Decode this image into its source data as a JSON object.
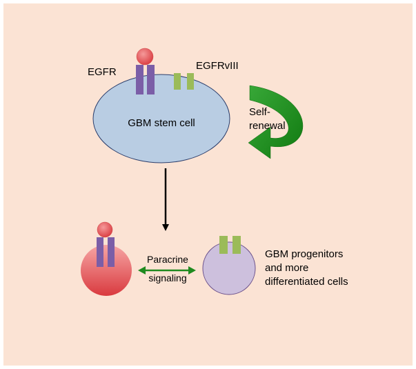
{
  "labels": {
    "egfr": "EGFR",
    "egfrviii": "EGFRvIII",
    "stem_cell": "GBM stem cell",
    "self_renewal_line1": "Self-",
    "self_renewal_line2": "renewal",
    "paracrine_line1": "Paracrine",
    "paracrine_line2": "signaling",
    "progenitors_line1": "GBM progenitors",
    "progenitors_line2": "and more",
    "progenitors_line3": "differentiated cells"
  },
  "colors": {
    "background": "#fbe3d4",
    "stem_cell_fill": "#b9cde3",
    "egfr_receptor": "#7b5ea7",
    "egfr_ligand": "#e0444a",
    "egfrviii_receptor": "#9bbb59",
    "self_renewal_arrow": "#228b22",
    "paracrine_arrow": "#1f8a1f",
    "red_cell": "#e0444a",
    "lavender_cell": "#cdc0dd"
  }
}
